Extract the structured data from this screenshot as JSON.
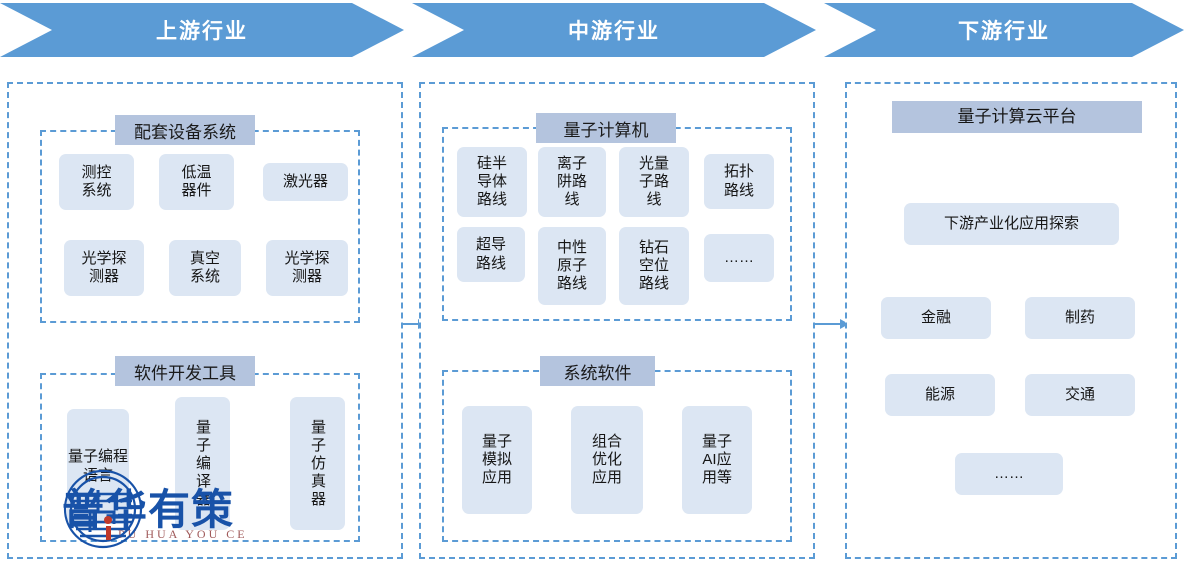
{
  "banners": [
    {
      "id": "upstream",
      "label": "上游行业"
    },
    {
      "id": "midstream",
      "label": "中游行业"
    },
    {
      "id": "downstream",
      "label": "下游行业"
    }
  ],
  "colors": {
    "banner": "#5b9bd5",
    "group_title_bg": "#b4c4de",
    "box_bg": "#dce6f3",
    "dash_border": "#5b9bd5"
  },
  "upstream": {
    "groups": [
      {
        "id": "equipment",
        "title": "配套设备系统",
        "items": [
          "测控\n系统",
          "低温\n器件",
          "激光器",
          "光学探\n测器",
          "真空\n系统",
          "光学探\n测器"
        ]
      },
      {
        "id": "software-dev-tools",
        "title": "软件开发工具",
        "items": [
          "量子编程语言",
          "量子编译器",
          "量子仿真器"
        ]
      }
    ]
  },
  "midstream": {
    "groups": [
      {
        "id": "quantum-computer",
        "title": "量子计算机",
        "items": [
          "硅半\n导体\n路线",
          "离子\n阱路\n线",
          "光量\n子路\n线",
          "拓扑\n路线",
          "超导\n路线",
          "中性\n原子\n路线",
          "钻石\n空位\n路线",
          "……"
        ]
      },
      {
        "id": "system-software",
        "title": "系统软件",
        "items": [
          "量子\n模拟\n应用",
          "组合\n优化\n应用",
          "量子\nAI应\n用等"
        ]
      }
    ]
  },
  "downstream": {
    "platform_title": "量子计算云平台",
    "exploration": "下游产业化应用探索",
    "industries": [
      "金融",
      "制药",
      "能源",
      "交通",
      "……"
    ]
  },
  "watermark": {
    "brand": "普华有策",
    "pinyin": "PU HUA YOU CE"
  }
}
